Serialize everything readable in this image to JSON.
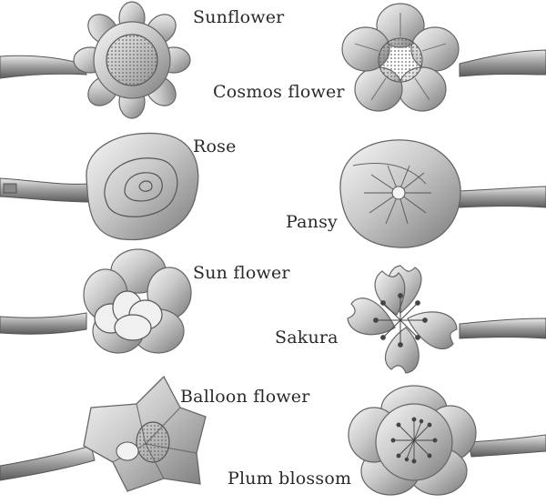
{
  "labels": {
    "sunflower": "Sunflower",
    "cosmos": "Cosmos flower",
    "rose": "Rose",
    "pansy": "Pansy",
    "sun_flower": "Sun flower",
    "sakura": "Sakura",
    "balloon": "Balloon flower",
    "plum": "Plum blossom"
  },
  "colors": {
    "background": "#ffffff",
    "metal_light": "#f2f2f2",
    "metal_mid": "#bdbdbd",
    "metal_dark": "#6e6e6e",
    "engraving": "#555555"
  }
}
